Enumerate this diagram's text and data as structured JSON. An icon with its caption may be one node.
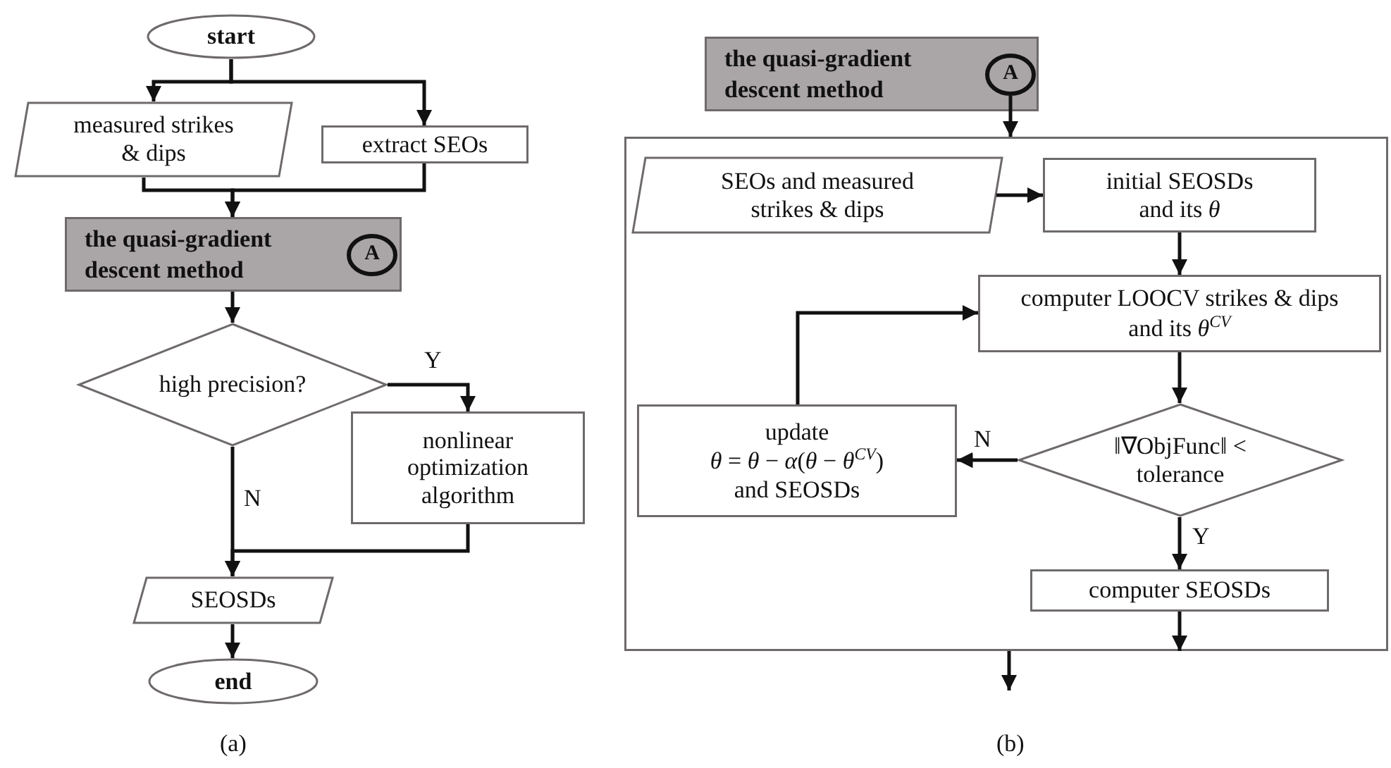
{
  "diagram": {
    "nodes": [
      {
        "text": [
          "start"
        ]
      },
      {
        "text": [
          "measured strikes & dips"
        ]
      },
      {
        "text": [
          "extract SEOs"
        ]
      },
      {
        "text": [
          "the quasi-gradient descent method"
        ]
      },
      {
        "text": [
          "A"
        ],
        "in": 3
      },
      {
        "text": [
          "high precision?"
        ]
      },
      {
        "text": [
          "nonlinear optimization algorithm"
        ]
      },
      {
        "text": [
          "SEOSDs"
        ]
      },
      {
        "text": [
          "end"
        ]
      },
      {
        "text": [
          "the quasi-gradient descent method"
        ]
      },
      {
        "text": [
          "A"
        ],
        "in": 9
      },
      {
        "text": [],
        "shape": "box"
      },
      {
        "text": [
          "SEOs and measured strikes & dips"
        ],
        "in": 11
      },
      {
        "text": [
          "initial SEOSDs and its *θ*"
        ],
        "in": 11
      },
      {
        "text": [
          "computer LOOCV strikes & dips and its *θ*$^{CV}$"
        ],
        "in": 11
      },
      {
        "text": [
          "‖∇ObjFunc‖ < tolerance"
        ],
        "in": 11
      },
      {
        "text": [
          "update",
          "*θ* = *θ* − *α*(*θ* − *θ*$^{CV}$)",
          "and SEOSDs"
        ],
        "in": 11
      },
      {
        "text": [
          "computer SEOSDs"
        ],
        "in": 11
      }
    ],
    "edges": [
      {
        "from": 0,
        "to": 1,
        "arrow": "to"
      },
      {
        "from": 0,
        "to": 2,
        "arrow": "to"
      },
      {
        "from": 1,
        "to": 3,
        "arrow": "to"
      },
      {
        "from": 2,
        "to": 3,
        "arrow": "to"
      },
      {
        "from": 3,
        "to": 5,
        "arrow": "to"
      },
      {
        "from": 5,
        "to": 6,
        "arrow": "to",
        "label": "Y"
      },
      {
        "from": 5,
        "to": 7,
        "arrow": "to",
        "label": "N"
      },
      {
        "from": 6,
        "to": 7,
        "arrow": "to"
      },
      {
        "from": 7,
        "to": 8,
        "arrow": "to"
      },
      {
        "from": 10,
        "to": 11,
        "arrow": "to"
      },
      {
        "from": 12,
        "to": 13,
        "arrow": "to"
      },
      {
        "from": 13,
        "to": 14,
        "arrow": "to"
      },
      {
        "from": 14,
        "to": 15,
        "arrow": "to"
      },
      {
        "from": 15,
        "to": 16,
        "arrow": "to",
        "label": "N"
      },
      {
        "from": 16,
        "to": 14,
        "arrow": "to"
      },
      {
        "from": 15,
        "to": 17,
        "arrow": "to",
        "label": "Y"
      },
      {
        "from": 17,
        "to": 11,
        "arrow": "to"
      },
      {
        "from": 11,
        "to": null,
        "arrow": "to"
      }
    ],
    "labels": [
      "(a)",
      "(b)"
    ]
  }
}
